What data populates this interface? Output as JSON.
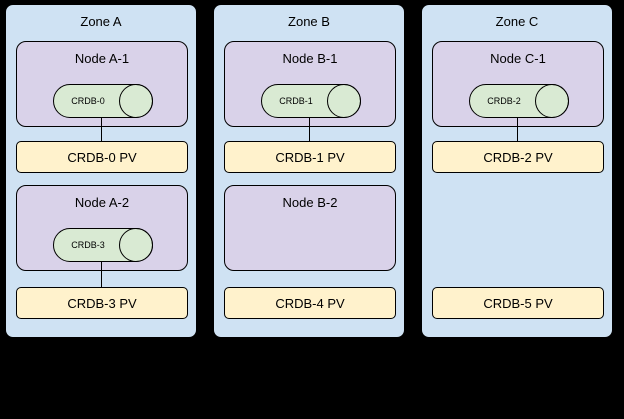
{
  "colors": {
    "background": "#000000",
    "zone_fill": "#cfe2f3",
    "node_fill": "#d9d2e9",
    "pod_fill": "#d9ead3",
    "pv_fill": "#fff2cc",
    "border": "#000000"
  },
  "zones": [
    {
      "label": "Zone A",
      "nodes": [
        {
          "label": "Node A-1",
          "pod": "CRDB-0",
          "pv": "CRDB-0 PV"
        },
        {
          "label": "Node A-2",
          "pod": "CRDB-3",
          "pv": "CRDB-3 PV"
        }
      ]
    },
    {
      "label": "Zone B",
      "nodes": [
        {
          "label": "Node B-1",
          "pod": "CRDB-1",
          "pv": "CRDB-1 PV"
        },
        {
          "label": "Node B-2",
          "pv": "CRDB-4 PV"
        }
      ]
    },
    {
      "label": "Zone C",
      "nodes": [
        {
          "label": "Node C-1",
          "pod": "CRDB-2",
          "pv": "CRDB-2 PV"
        },
        {
          "pv": "CRDB-5 PV"
        }
      ]
    }
  ]
}
